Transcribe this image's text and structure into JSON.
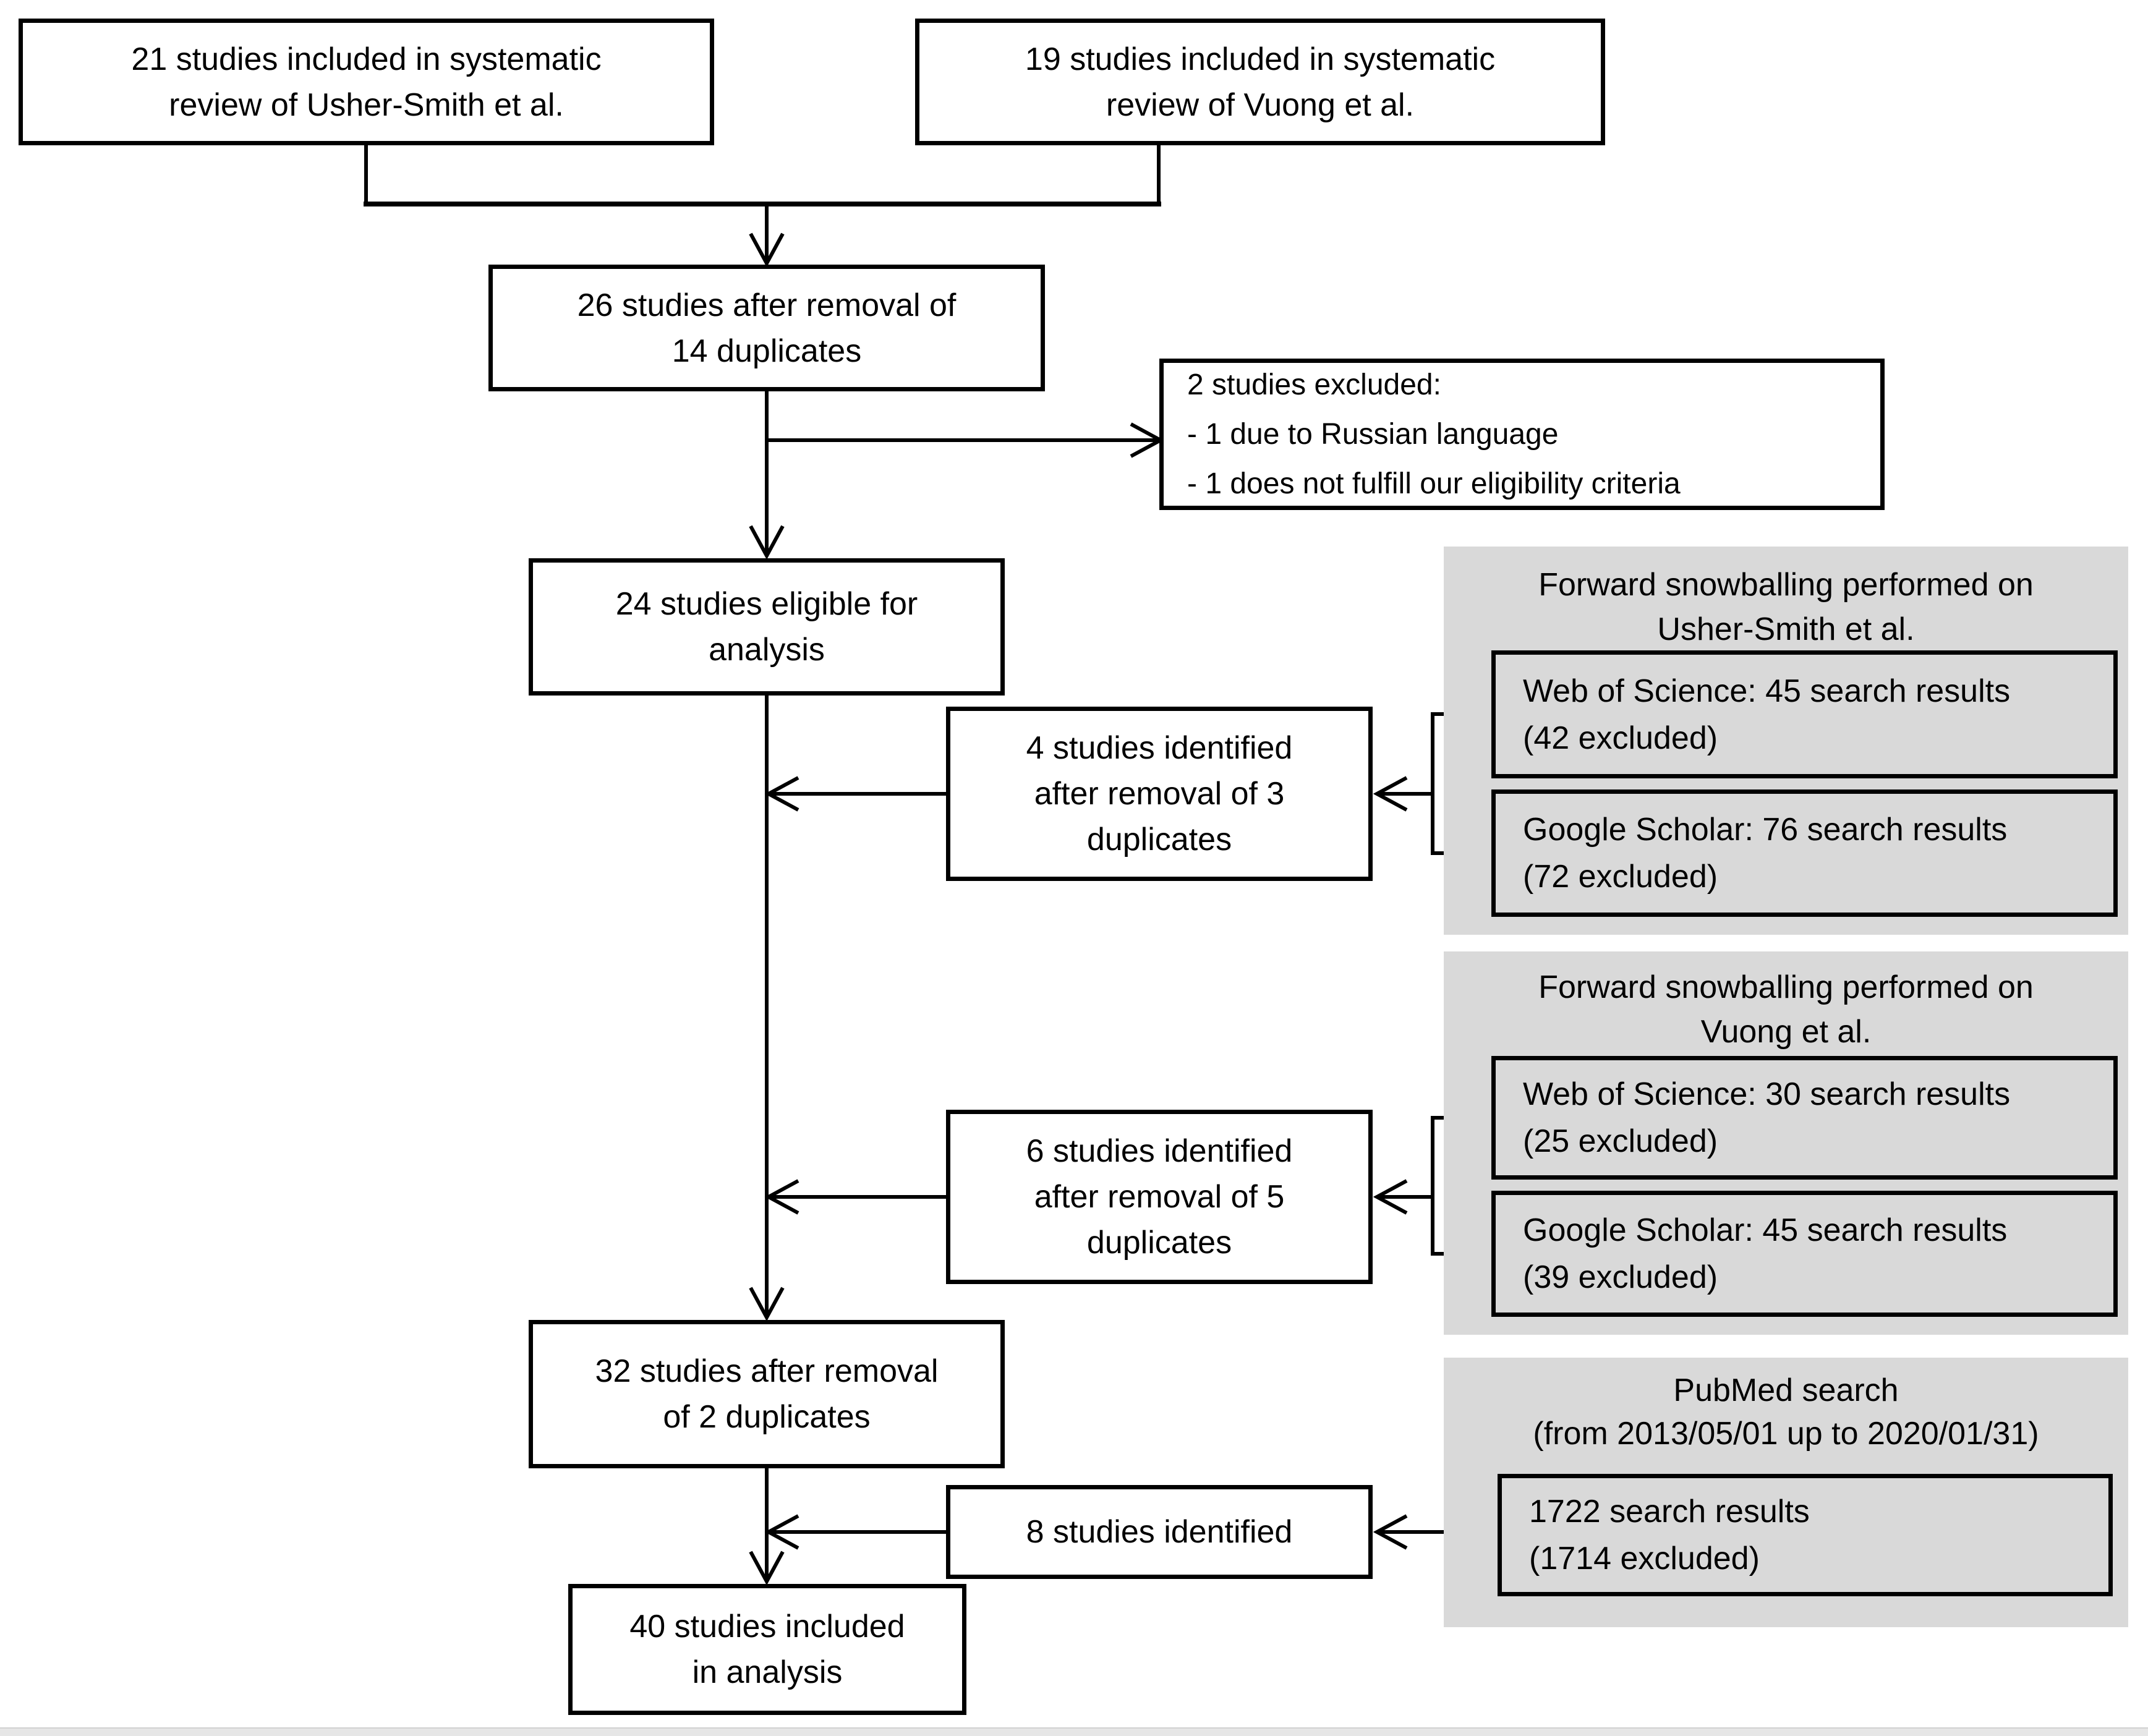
{
  "flowchart": {
    "source_boxes": {
      "usher": {
        "lines": [
          "21 studies included in systematic",
          "review of Usher-Smith et al."
        ]
      },
      "vuong": {
        "lines": [
          "19 studies included in systematic",
          "review of Vuong et al."
        ]
      }
    },
    "dedup_box": {
      "lines": [
        "26 studies after removal of",
        "14 duplicates"
      ]
    },
    "excluded_box": {
      "lines": [
        "2 studies excluded:",
        "- 1 due to Russian language",
        "- 1 does not fulfill our eligibility criteria"
      ]
    },
    "eligible_box": {
      "lines": [
        "24 studies eligible for",
        "analysis"
      ]
    },
    "snowball_usher": {
      "title_lines": [
        "Forward snowballing performed on",
        "Usher-Smith et al."
      ],
      "wos": {
        "lines": [
          "Web of Science: 45 search results",
          "(42 excluded)"
        ]
      },
      "scholar": {
        "lines": [
          "Google Scholar: 76 search results",
          "(72 excluded)"
        ]
      }
    },
    "identified_usher_box": {
      "lines": [
        "4 studies identified",
        "after removal of 3",
        "duplicates"
      ]
    },
    "snowball_vuong": {
      "title_lines": [
        "Forward snowballing performed on",
        "Vuong et al."
      ],
      "wos": {
        "lines": [
          "Web of Science: 30 search results",
          "(25 excluded)"
        ]
      },
      "scholar": {
        "lines": [
          "Google Scholar: 45 search results",
          "(39 excluded)"
        ]
      }
    },
    "identified_vuong_box": {
      "lines": [
        "6 studies identified",
        "after removal of 5",
        "duplicates"
      ]
    },
    "merged_box": {
      "lines": [
        "32 studies after removal",
        "of 2 duplicates"
      ]
    },
    "pubmed": {
      "title_lines": [
        "PubMed search",
        "(from 2013/05/01 up to 2020/01/31)"
      ],
      "results": {
        "lines": [
          "1722 search results",
          "(1714 excluded)"
        ]
      }
    },
    "identified_pubmed_box": {
      "lines": [
        "8 studies identified"
      ]
    },
    "final_box": {
      "lines": [
        "40 studies included",
        "in analysis"
      ]
    },
    "colors": {
      "box_border": "#000000",
      "box_fill": "#ffffff",
      "panel_fill": "#d9d9d9",
      "connector": "#000000",
      "bottom_strip": "#e6e6e6"
    }
  }
}
